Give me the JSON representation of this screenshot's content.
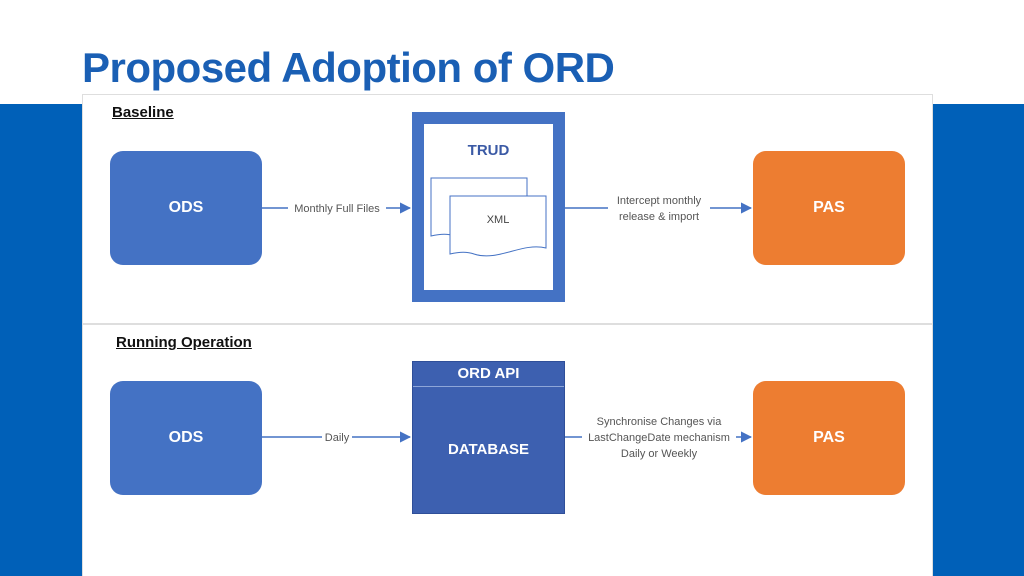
{
  "title": "Proposed Adoption of ORD",
  "colors": {
    "title": "#1a5fb4",
    "band": "#0060b8",
    "ods": "#4472c4",
    "pas": "#ed7d31",
    "connector": "#4472c4"
  },
  "baseline": {
    "heading": "Baseline",
    "source": "ODS",
    "target": "PAS",
    "container": "TRUD",
    "document": "XML",
    "edge_in": "Monthly Full Files",
    "edge_out": [
      "Intercept monthly",
      "release & import"
    ]
  },
  "running": {
    "heading": "Running Operation",
    "source": "ODS",
    "target": "PAS",
    "api": "ORD API",
    "database": "DATABASE",
    "edge_in": "Daily",
    "edge_out": [
      "Synchronise Changes via",
      "LastChangeDate mechanism",
      "Daily or Weekly"
    ]
  }
}
